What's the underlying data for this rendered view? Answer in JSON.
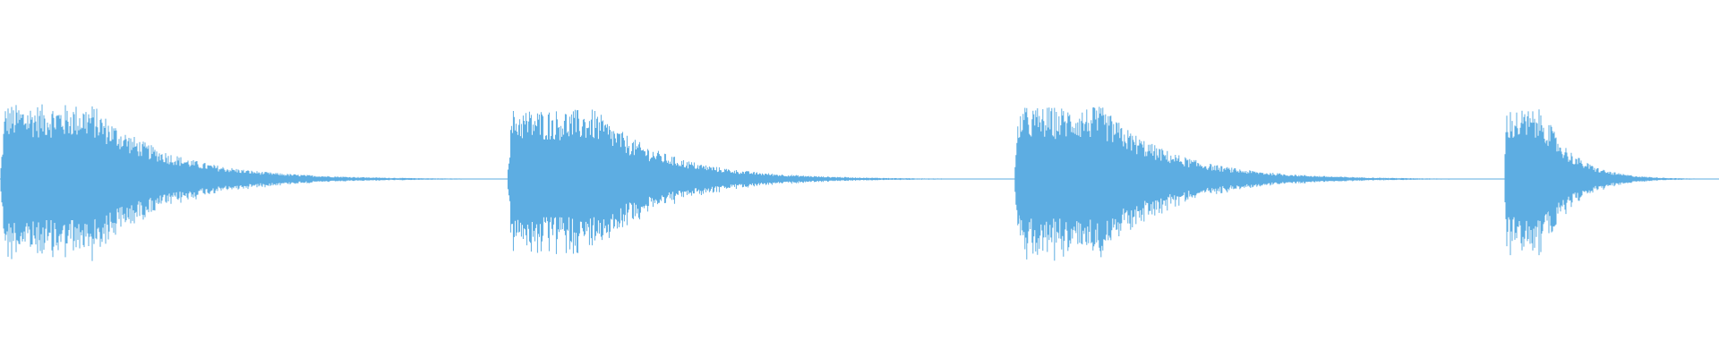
{
  "waveform": {
    "color": "#5DADE2",
    "bursts": [
      {
        "start": 0.0,
        "end": 0.3,
        "peak": 0.88
      },
      {
        "start": 0.295,
        "end": 0.58,
        "peak": 0.82
      },
      {
        "start": 0.59,
        "end": 0.875,
        "peak": 0.85
      },
      {
        "start": 0.875,
        "end": 1.0,
        "peak": 0.82
      }
    ]
  }
}
